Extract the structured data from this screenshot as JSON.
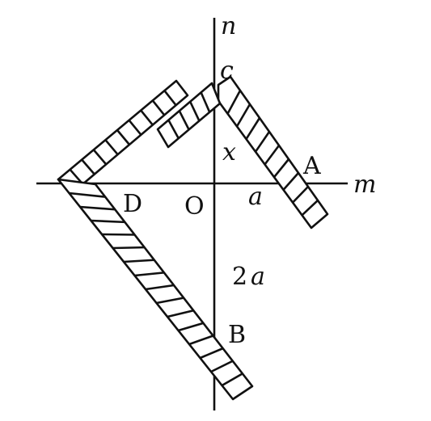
{
  "labels": {
    "n": "n",
    "m": "m",
    "c": "c",
    "A": "A",
    "B": "B",
    "D": "D",
    "O": "O",
    "x": "x",
    "a_small": "a",
    "two_a_num": "2",
    "two_a_var": "a"
  }
}
